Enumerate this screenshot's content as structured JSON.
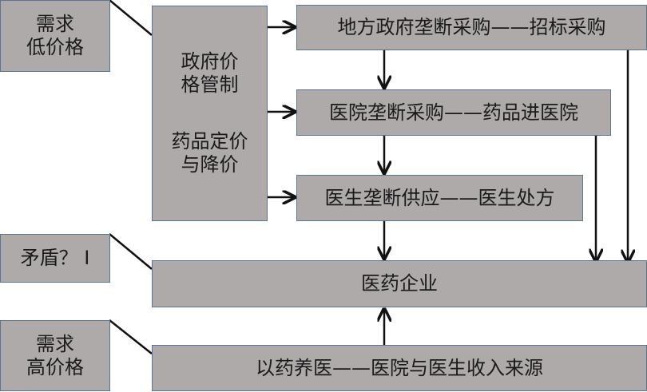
{
  "diagram": {
    "colors": {
      "box_fill": "#aeaaaa",
      "box_border": "#5b7590",
      "line": "#111111"
    },
    "left_labels": {
      "demand_low_price": "需求\n低价格",
      "contradiction": "矛盾？ I",
      "demand_high_price": "需求\n高价格"
    },
    "government": {
      "price_control": "政府价\n格管制",
      "pricing_and_cuts": "药品定价\n与降价"
    },
    "chain": {
      "local_gov_procurement": "地方政府垄断采购——招标采购",
      "hospital_procurement": "医院垄断采购——药品进医院",
      "doctor_supply": "医生垄断供应——医生处方"
    },
    "pharma_companies": "医药企业",
    "drug_funded_medicine": "以药养医——医院与医生收入来源",
    "edges": [
      {
        "from": "government",
        "to": "local_gov_procurement",
        "type": "arrow"
      },
      {
        "from": "government",
        "to": "hospital_procurement",
        "type": "arrow"
      },
      {
        "from": "government",
        "to": "doctor_supply",
        "type": "arrow"
      },
      {
        "from": "local_gov_procurement",
        "to": "hospital_procurement",
        "type": "arrow"
      },
      {
        "from": "hospital_procurement",
        "to": "doctor_supply",
        "type": "arrow"
      },
      {
        "from": "doctor_supply",
        "to": "pharma_companies",
        "type": "arrow"
      },
      {
        "from": "hospital_procurement",
        "to": "pharma_companies",
        "type": "arrow"
      },
      {
        "from": "local_gov_procurement",
        "to": "pharma_companies",
        "type": "arrow"
      },
      {
        "from": "drug_funded_medicine",
        "to": "pharma_companies",
        "type": "arrow"
      },
      {
        "from": "demand_low_price",
        "to": "government",
        "type": "line"
      },
      {
        "from": "contradiction",
        "to": "pharma_companies",
        "type": "line"
      },
      {
        "from": "demand_high_price",
        "to": "drug_funded_medicine",
        "type": "line"
      }
    ]
  }
}
